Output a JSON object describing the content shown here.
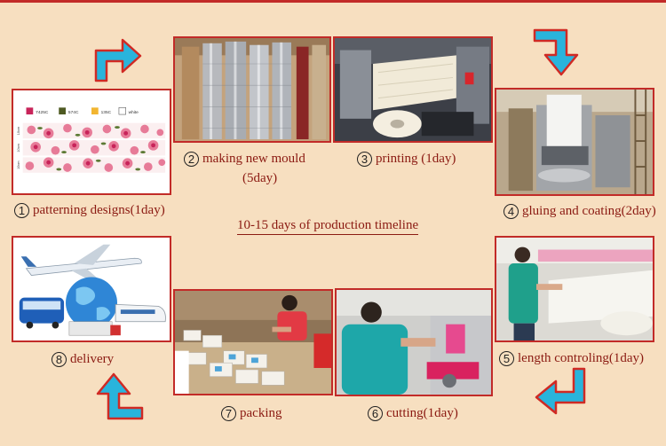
{
  "title": "10-15 days of production timeline",
  "colors": {
    "accent": "#c22b28",
    "text": "#8b1a12",
    "arrow": "#29b4dc",
    "background": "#f7dfc0"
  },
  "swatches": [
    {
      "label": "7425C",
      "color": "#c8245a"
    },
    {
      "label": "574C",
      "color": "#4e5a22"
    },
    {
      "label": "135C",
      "color": "#f2b530"
    },
    {
      "label": "white",
      "color": "#ffffff"
    }
  ],
  "swatch_dims": [
    "10cm",
    "10cm",
    "10cm"
  ],
  "steps": [
    {
      "num": "1",
      "label": "patterning designs(1day)"
    },
    {
      "num": "2",
      "label": "making new mould",
      "sub": "(5day)"
    },
    {
      "num": "3",
      "label": "printing (1day)"
    },
    {
      "num": "4",
      "label": "gluing and coating(2day)"
    },
    {
      "num": "5",
      "label": "length controling(1day)"
    },
    {
      "num": "6",
      "label": "cutting(1day)"
    },
    {
      "num": "7",
      "label": "packing"
    },
    {
      "num": "8",
      "label": "delivery"
    }
  ],
  "arrows": [
    "arrow-up-right",
    "arrow-right-down",
    "arrow-down-left",
    "arrow-left-up"
  ]
}
